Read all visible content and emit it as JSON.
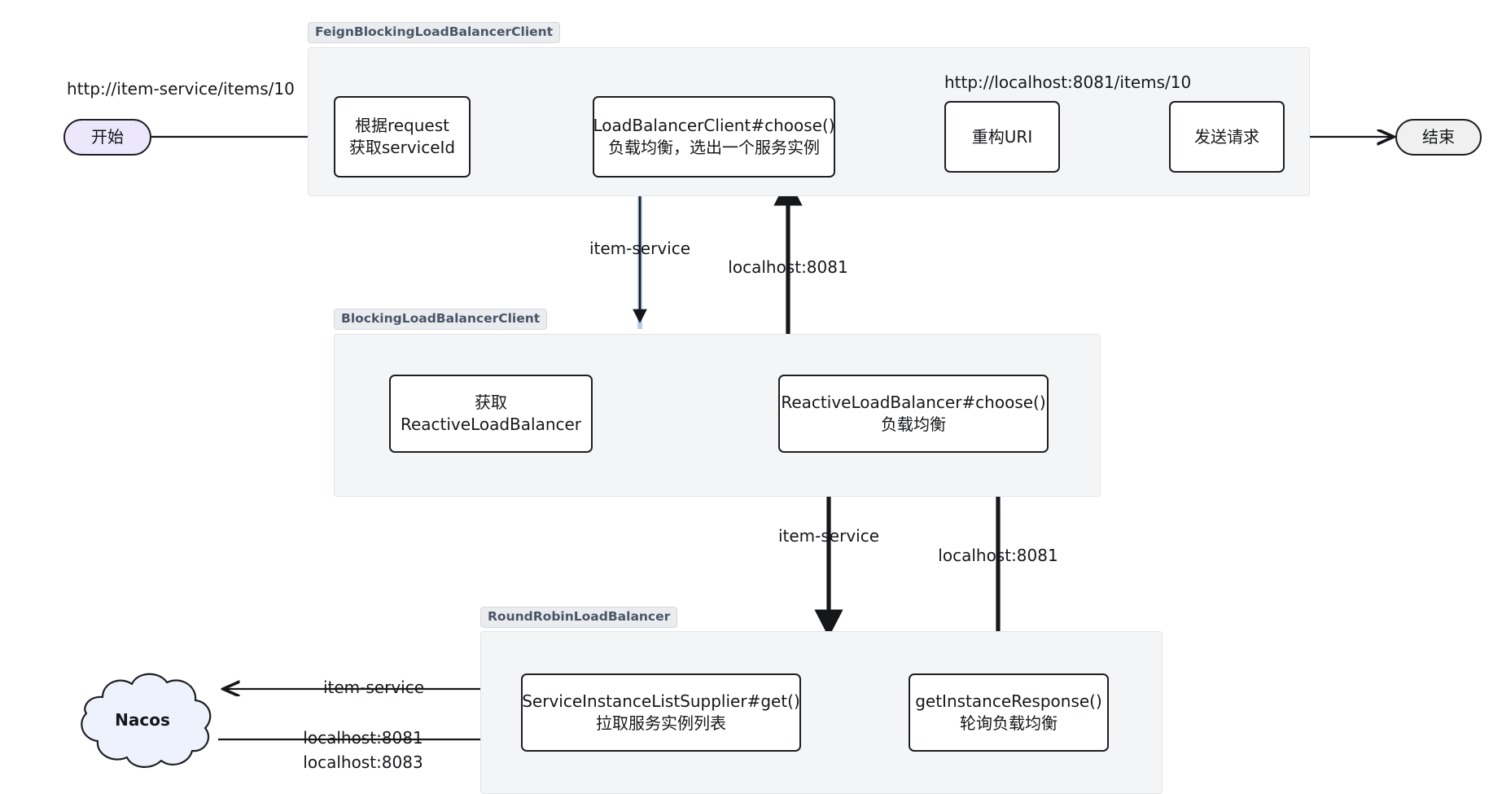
{
  "diagram": {
    "title": "Spring Cloud LoadBalancer flow",
    "colors": {
      "group_fill": "#f4f5f7",
      "group_stroke": "#e2e4e8",
      "group_label_fill": "#ebecf0",
      "group_label_text": "#4a5568",
      "node_stroke": "#1d1f23",
      "node_fill": "#ffffff",
      "start_fill": "#ece7fb",
      "end_fill": "#f0f0f0",
      "cloud_fill": "#edf2fc",
      "edge_stroke": "#15171a",
      "highlight_edge": "#b9cdf0"
    },
    "groups": [
      {
        "id": "feign",
        "label": "FeignBlockingLoadBalancerClient"
      },
      {
        "id": "blocking",
        "label": "BlockingLoadBalancerClient"
      },
      {
        "id": "roundrobin",
        "label": "RoundRobinLoadBalancer"
      }
    ],
    "nodes": {
      "start": "开始",
      "get_service_id": "根据request\n获取serviceId",
      "lb_choose": "LoadBalancerClient#choose()\n负载均衡，选出一个服务实例",
      "rebuild_uri": "重构URI",
      "send_request": "发送请求",
      "end": "结束",
      "get_reactive_lb": "获取\nReactiveLoadBalancer",
      "reactive_choose": "ReactiveLoadBalancer#choose()\n负载均衡",
      "supplier_get": "ServiceInstanceListSupplier#get()\n拉取服务实例列表",
      "get_instance_response": "getInstanceResponse()\n轮询负载均衡",
      "nacos": "Nacos"
    },
    "annotations": {
      "request_url": "http://item-service/items/10",
      "resolved_url": "http://localhost:8081/items/10"
    },
    "edge_labels": {
      "feign_down": "item-service",
      "feign_up": "localhost:8081",
      "blocking_down": "item-service",
      "blocking_up": "localhost:8081",
      "nacos_out": "item-service",
      "nacos_in_line1": "localhost:8081",
      "nacos_in_line2": "localhost:8083"
    }
  }
}
